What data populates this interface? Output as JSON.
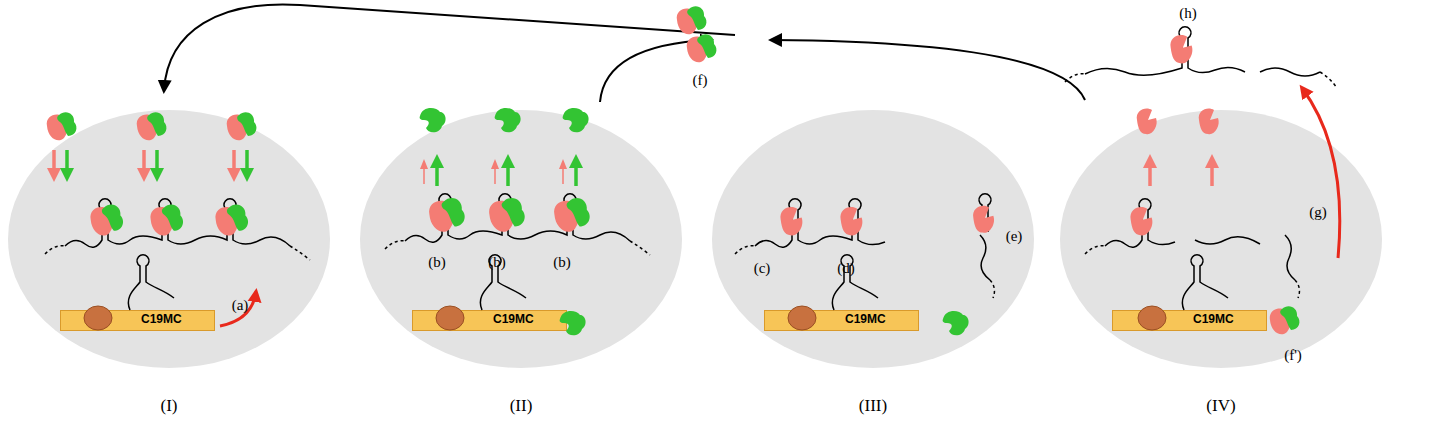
{
  "diagram": {
    "nodes": [
      {
        "text": [
          "(I)"
        ]
      },
      {
        "text": [
          "C19MC"
        ],
        "in": 0
      },
      {
        "text": [
          "(II)"
        ]
      },
      {
        "text": [
          "C19MC"
        ],
        "in": 2
      },
      {
        "text": [
          "(III)"
        ]
      },
      {
        "text": [
          "C19MC"
        ],
        "in": 4
      },
      {
        "text": [
          "(IV)"
        ]
      },
      {
        "text": [
          "C19MC"
        ],
        "in": 6
      }
    ],
    "labels": [
      "(a)",
      "(b)",
      "(b)",
      "(b)",
      "(c)",
      "(d)",
      "(e)",
      "(f)",
      "(f')",
      "(g)",
      "(h)"
    ]
  }
}
